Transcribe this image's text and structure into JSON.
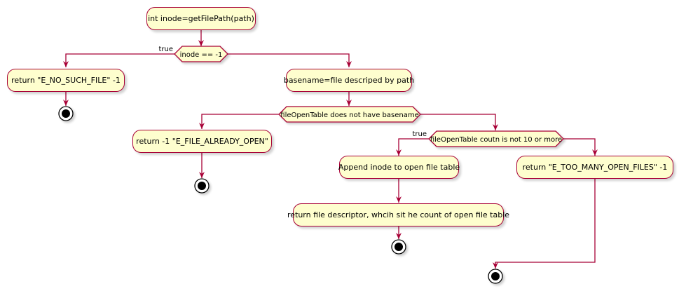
{
  "diagram": {
    "actions": {
      "get_inode": "int inode=getFilePath(path)",
      "return_no_such_file": "return \"E_NO_SUCH_FILE\" -1",
      "basename": "basename=file descriped by path",
      "return_already_open": "return -1 \"E_FILE_ALREADY_OPEN\"",
      "append_inode": "Append inode to open file table",
      "return_descriptor": "return file descriptor, whcih sit he count of open file table",
      "return_too_many": "return \"E_TOO_MANY_OPEN_FILES\" -1"
    },
    "decisions": {
      "inode_check": "inode == -1",
      "open_table_check": "fileOpenTable does not have basename",
      "count_check": "fileOpenTable coutn is not 10 or more"
    },
    "branch_labels": {
      "inode_true": "true",
      "count_true": "true"
    },
    "colors": {
      "fill": "#fefece",
      "border": "#a80036",
      "end": "#000000"
    }
  }
}
